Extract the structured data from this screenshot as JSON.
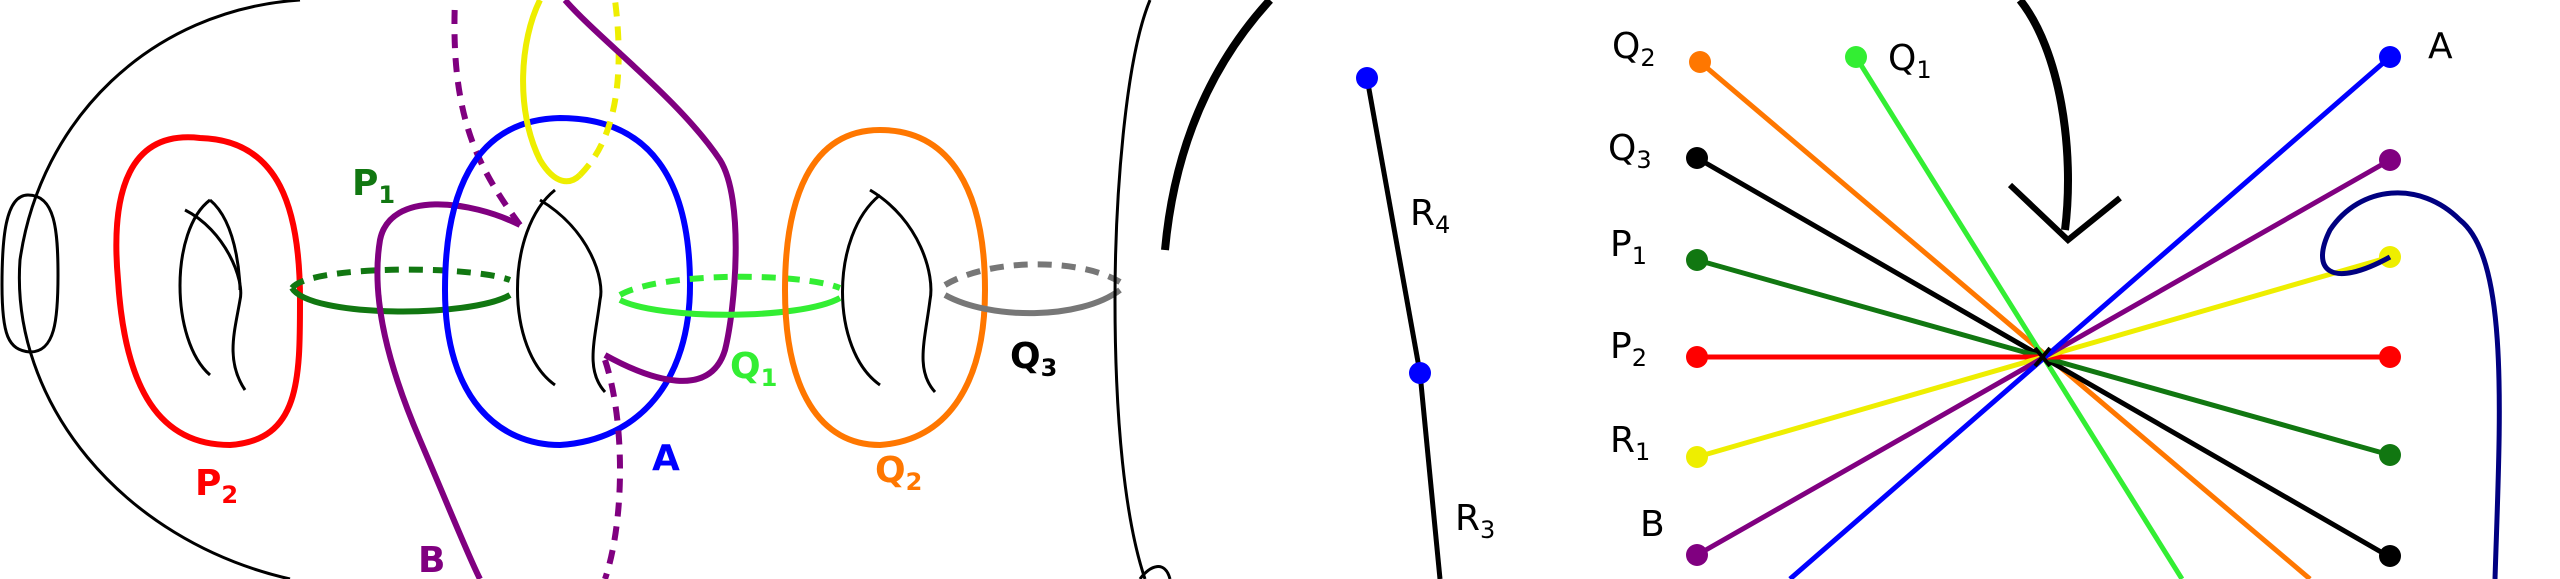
{
  "colors": {
    "black": "#000000",
    "red": "#ff0000",
    "green": "#117711",
    "lime": "#33ee33",
    "blue": "#0000ff",
    "purple": "#800080",
    "orange": "#ff7700",
    "yellow": "#eeee00",
    "gray": "#777777",
    "navy": "#000080"
  },
  "surface_labels": {
    "p1": {
      "main": "P",
      "sub": "1"
    },
    "p2": {
      "main": "P",
      "sub": "2"
    },
    "a": {
      "main": "A",
      "sub": ""
    },
    "b": {
      "main": "B",
      "sub": ""
    },
    "q1": {
      "main": "Q",
      "sub": "1"
    },
    "q2": {
      "main": "Q",
      "sub": "2"
    },
    "q3": {
      "main": "Q",
      "sub": "3"
    }
  },
  "middle_labels": {
    "r4": {
      "main": "R",
      "sub": "4"
    },
    "r3": {
      "main": "R",
      "sub": "3"
    }
  },
  "star_left_labels": [
    {
      "id": "q2",
      "main": "Q",
      "sub": "2",
      "color": "orange"
    },
    {
      "id": "q3",
      "main": "Q",
      "sub": "3",
      "color": "black"
    },
    {
      "id": "p1",
      "main": "P",
      "sub": "1",
      "color": "green"
    },
    {
      "id": "p2",
      "main": "P",
      "sub": "2",
      "color": "red"
    },
    {
      "id": "r1",
      "main": "R",
      "sub": "1",
      "color": "yellow"
    },
    {
      "id": "b",
      "main": "B",
      "sub": "",
      "color": "purple"
    }
  ],
  "star_top_labels": [
    {
      "id": "q1",
      "main": "Q",
      "sub": "1",
      "color": "lime"
    }
  ],
  "star_right_labels": [
    {
      "id": "a",
      "main": "A",
      "sub": "",
      "color": "blue"
    }
  ]
}
